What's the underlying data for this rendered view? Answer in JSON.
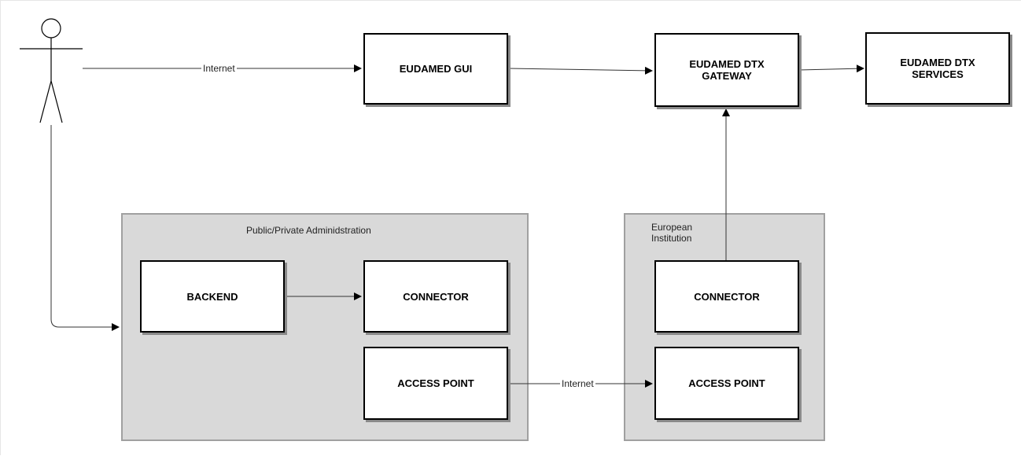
{
  "diagram": {
    "actor": {
      "name": "actor"
    },
    "nodes": {
      "eudamed_gui": "EUDAMED GUI",
      "dtx_gateway": "EUDAMED DTX\nGATEWAY",
      "dtx_services": "EUDAMED DTX\nSERVICES",
      "backend": "BACKEND",
      "connector_public": "CONNECTOR",
      "access_point_public": "ACCESS POINT",
      "connector_eu": "CONNECTOR",
      "access_point_eu": "ACCESS POINT"
    },
    "groups": {
      "public_private": "Public/Private Adminidstration",
      "european_institution": "European\nInstitution"
    },
    "edge_labels": {
      "actor_to_gui": "Internet",
      "ap_to_ap": "Internet"
    },
    "edges": [
      {
        "from": "actor",
        "to": "eudamed_gui",
        "label": "Internet"
      },
      {
        "from": "eudamed_gui",
        "to": "dtx_gateway"
      },
      {
        "from": "dtx_gateway",
        "to": "dtx_services"
      },
      {
        "from": "connector_eu",
        "to": "dtx_gateway"
      },
      {
        "from": "backend",
        "to": "connector_public"
      },
      {
        "from": "access_point_public",
        "to": "access_point_eu",
        "label": "Internet"
      },
      {
        "from": "actor",
        "to": "public_private"
      }
    ]
  },
  "colors": {
    "group_fill": "#d9d9d9",
    "group_border": "#a0a0a0",
    "box_border": "#000000",
    "box_shadow": "#8a8a8a",
    "edge": "#333333"
  }
}
